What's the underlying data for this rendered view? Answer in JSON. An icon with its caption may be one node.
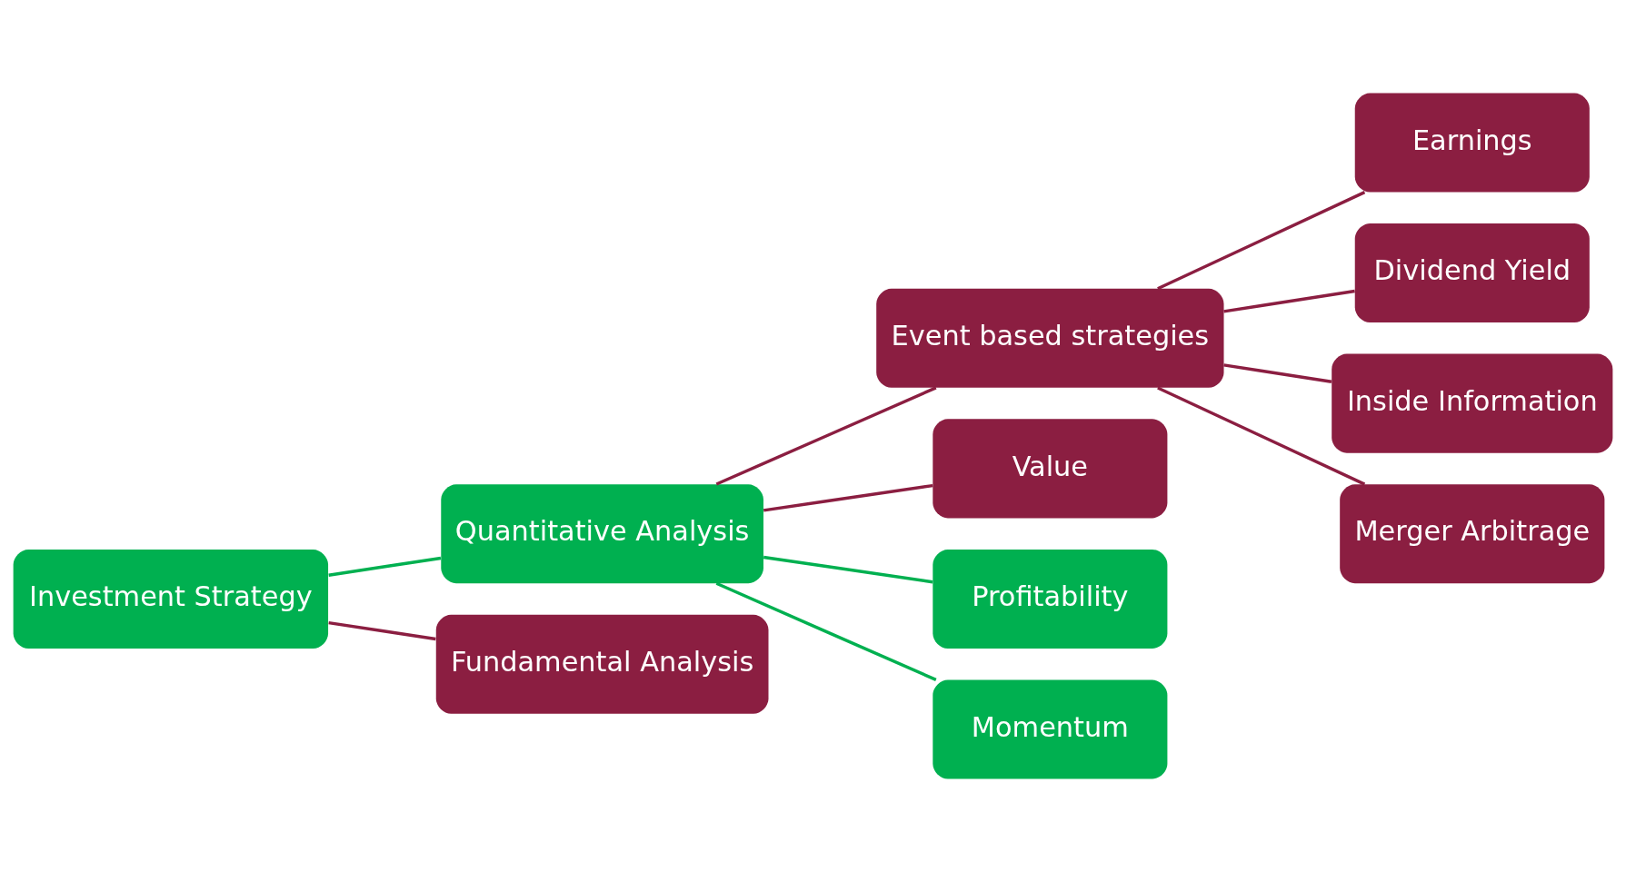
{
  "diagram": {
    "nodes": [
      {
        "text": [
          "Investment Strategy"
        ]
      },
      {
        "text": [
          "Quantitative Analysis"
        ]
      },
      {
        "text": [
          "Fundamental Analysis"
        ]
      },
      {
        "text": [
          "Event based strategies"
        ]
      },
      {
        "text": [
          "Value"
        ]
      },
      {
        "text": [
          "Profitability"
        ]
      },
      {
        "text": [
          "Momentum"
        ]
      },
      {
        "text": [
          "Earnings"
        ]
      },
      {
        "text": [
          "Dividend Yield"
        ]
      },
      {
        "text": [
          "Inside Information"
        ]
      },
      {
        "text": [
          "Merger Arbitrage"
        ]
      }
    ],
    "edges": [
      {
        "from": 0,
        "to": 1,
        "arrow": "none",
        "color": "#00b050"
      },
      {
        "from": 0,
        "to": 2,
        "arrow": "none"
      },
      {
        "from": 1,
        "to": 3,
        "arrow": "none"
      },
      {
        "from": 1,
        "to": 4,
        "arrow": "none"
      },
      {
        "from": 1,
        "to": 5,
        "arrow": "none",
        "color": "#00b050"
      },
      {
        "from": 1,
        "to": 6,
        "arrow": "none",
        "color": "#00b050"
      },
      {
        "from": 3,
        "to": 7,
        "arrow": "none"
      },
      {
        "from": 3,
        "to": 8,
        "arrow": "none"
      },
      {
        "from": 3,
        "to": 9,
        "arrow": "none"
      },
      {
        "from": 3,
        "to": 10,
        "arrow": "none"
      }
    ]
  }
}
